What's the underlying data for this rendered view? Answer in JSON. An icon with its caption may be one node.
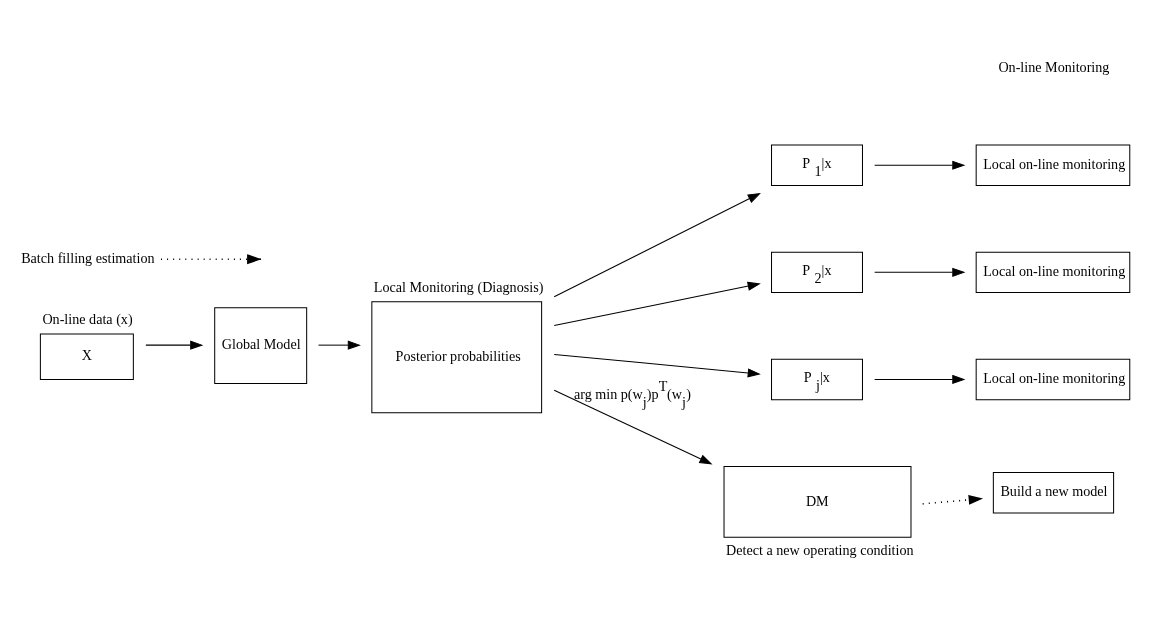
{
  "diagram": {
    "nodes": [
      {
        "text": [
          "X"
        ],
        "beside": [
          "On-line data (x)"
        ]
      },
      {
        "text": [
          "Global Model"
        ]
      },
      {
        "text": [
          "Posterior probabilities"
        ],
        "beside": [
          "Local Monitoring (Diagnosis)"
        ]
      },
      {
        "text": [
          "P $_{1}$|x"
        ]
      },
      {
        "text": [
          "P $_{2}$|x"
        ]
      },
      {
        "text": [
          "P $_{j}$|x"
        ]
      },
      {
        "text": [
          "Local on-line monitoring"
        ]
      },
      {
        "text": [
          "Local on-line monitoring"
        ]
      },
      {
        "text": [
          "Local on-line monitoring"
        ]
      },
      {
        "text": [
          "DM"
        ],
        "beside": [
          "Detect a new operating condition"
        ]
      },
      {
        "text": [
          "Build a new model"
        ]
      },
      {
        "text": [
          "Batch filling estimation"
        ]
      }
    ],
    "edges": [
      {
        "from": 0,
        "to": 1,
        "arrow": "to"
      },
      {
        "from": 1,
        "to": 2,
        "arrow": "to"
      },
      {
        "from": 2,
        "to": 3,
        "arrow": "to"
      },
      {
        "from": 2,
        "to": 4,
        "arrow": "to"
      },
      {
        "from": 2,
        "to": 5,
        "arrow": "to"
      },
      {
        "from": 3,
        "to": 6,
        "arrow": "to"
      },
      {
        "from": 4,
        "to": 7,
        "arrow": "to"
      },
      {
        "from": 5,
        "to": 8,
        "arrow": "to"
      },
      {
        "from": 2,
        "to": 9,
        "arrow": "to",
        "label": "arg min p(w$_{j}$)p$^{T}$(w$_{j}$)"
      },
      {
        "from": 9,
        "to": 10,
        "arrow": "to",
        "style": "dashed"
      },
      {
        "from": 11,
        "to": null,
        "arrow": "to",
        "style": "dashed"
      }
    ],
    "labels": [
      "On-line Monitoring"
    ]
  }
}
